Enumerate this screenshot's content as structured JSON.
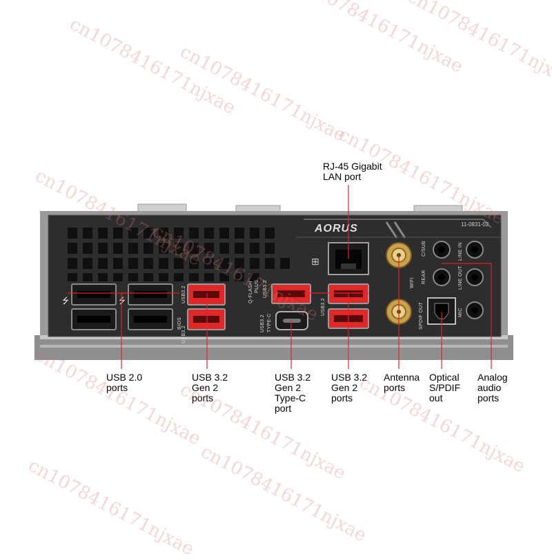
{
  "brand_logo": "AORUS",
  "part_number": "11-0831-02",
  "plate_labels": {
    "usb32_a": "USB3.2",
    "bios": "BIOS",
    "usb32_b": "USB3.2",
    "qflash": "Q-FLASH",
    "plus": "PLUS",
    "usb32_top": "USB3.2",
    "usb32_typec_1": "USB3.2",
    "usb32_typec_2": "TYPE-C",
    "usb32_right": "USB3.2",
    "wifi": "WIFI",
    "spdif": "SPDIF OUT",
    "csub": "C/SUB",
    "rear": "REAR",
    "mic": "MIC",
    "line_in": "LINE IN",
    "line_out": "LINE OUT"
  },
  "callouts": {
    "lan": "RJ-45 Gigabit\nLAN port",
    "usb20": "USB 2.0\nports",
    "usb32_gen2": "USB 3.2\nGen 2\nports",
    "typec": "USB 3.2\nGen 2\nType-C\nport",
    "usb32_gen2_right": "USB 3.2\nGen 2\nports",
    "antenna": "Antenna\nports",
    "optical": "Optical\nS/PDIF\nout",
    "analog": "Analog\naudio\nports"
  },
  "watermark": "cn1078416171njxae",
  "colors": {
    "callout_line": "#e8202a",
    "plate": "#3a3a3a",
    "usb_red": "#e02828",
    "usb_black": "#1b1b1b",
    "gold": "#c9a24a"
  }
}
